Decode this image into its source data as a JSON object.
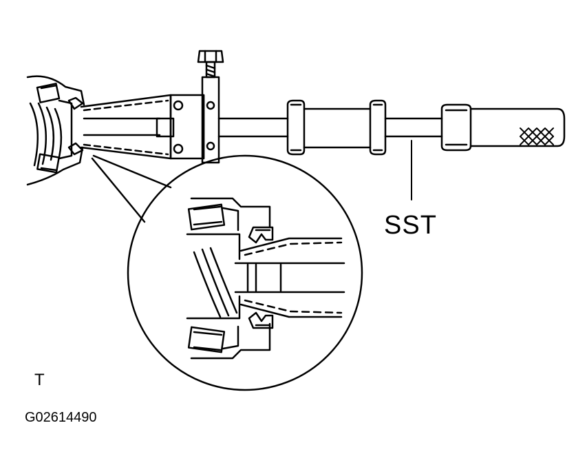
{
  "labels": {
    "tool": "SST",
    "view_marker": "T",
    "figure_code": "G02614490"
  },
  "colors": {
    "line": "#000000",
    "background": "#ffffff"
  }
}
